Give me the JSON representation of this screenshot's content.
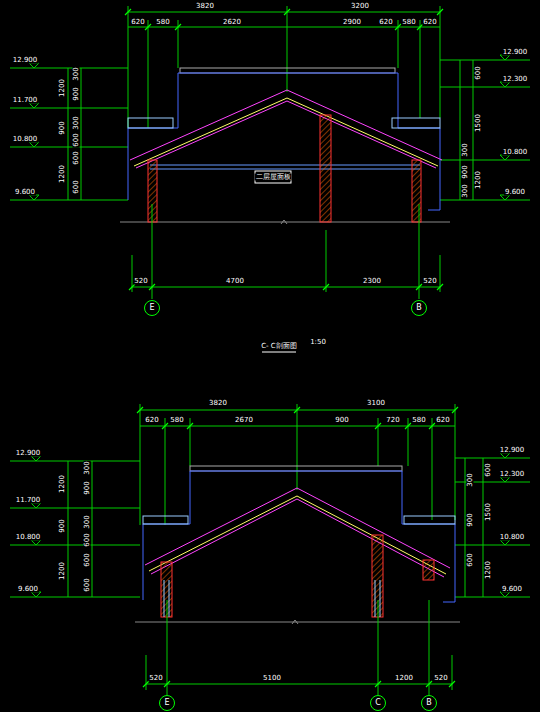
{
  "diagram": {
    "nodes": [
      {
        "text": [
          "E"
        ]
      },
      {
        "text": [
          "B"
        ]
      },
      {
        "text": [
          "E"
        ]
      },
      {
        "text": [
          "C"
        ]
      },
      {
        "text": [
          "B"
        ]
      }
    ],
    "labels": [
      "3820",
      "3200",
      "620",
      "580",
      "2620",
      "2900",
      "620",
      "580",
      "620",
      "12.900",
      "11.700",
      "10.800",
      "9.600",
      "1200",
      "900",
      "1200",
      "300",
      "900",
      "300",
      "600",
      "600",
      "600",
      "12.900",
      "12.300",
      "10.800",
      "9.600",
      "600",
      "1500",
      "1200",
      "300",
      "900",
      "300",
      "二层屋面板",
      "520",
      "4700",
      "2300",
      "520",
      "C- C剖面图",
      "1:50",
      "3820",
      "3100",
      "620",
      "580",
      "2670",
      "900",
      "720",
      "580",
      "620",
      "12.900",
      "11.700",
      "10.800",
      "9.600",
      "1200",
      "900",
      "1200",
      "300",
      "900",
      "300",
      "600",
      "600",
      "600",
      "12.900",
      "12.300",
      "10.800",
      "9.600",
      "600",
      "1500",
      "1200",
      "300",
      "900",
      "600",
      "520",
      "5100",
      "1200",
      "520"
    ]
  }
}
